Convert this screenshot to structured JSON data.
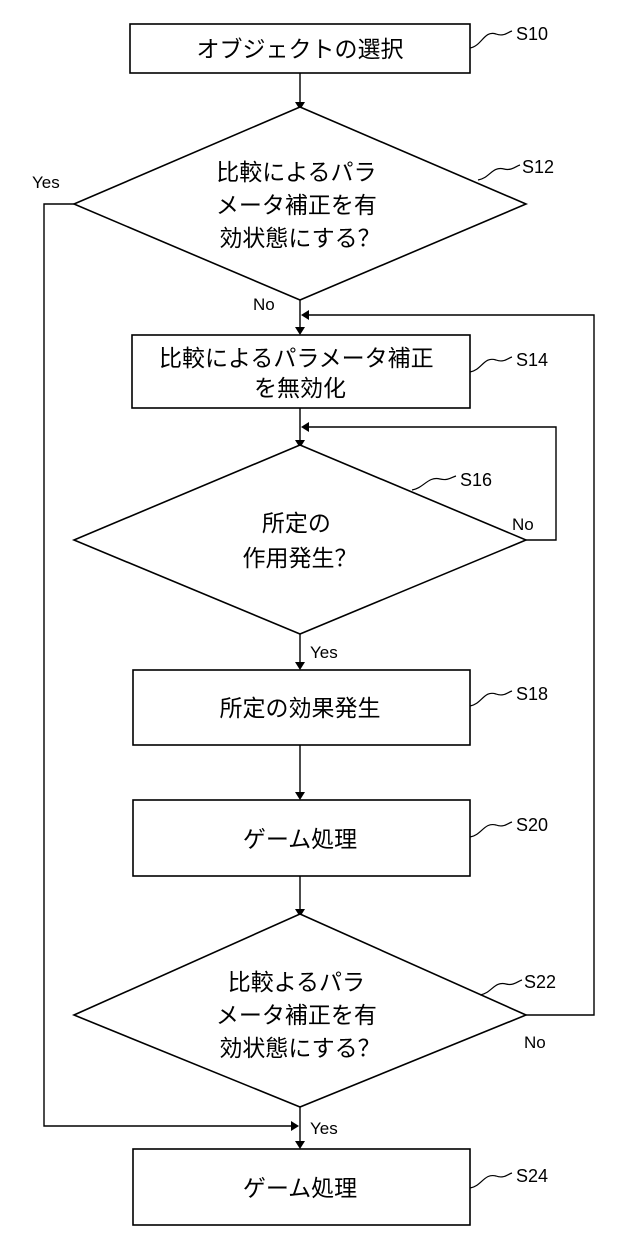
{
  "nodes": {
    "s10": {
      "step": "S10",
      "lines": [
        "オブジェクトの選択"
      ]
    },
    "s12": {
      "step": "S12",
      "lines": [
        "比較によるパラ",
        "メータ補正を有",
        "効状態にする？"
      ]
    },
    "s14": {
      "step": "S14",
      "lines": [
        "比較によるパラメータ補正",
        "を無効化"
      ]
    },
    "s16": {
      "step": "S16",
      "lines": [
        "所定の",
        "作用発生？"
      ]
    },
    "s18": {
      "step": "S18",
      "lines": [
        "所定の効果発生"
      ]
    },
    "s20": {
      "step": "S20",
      "lines": [
        "ゲーム処理"
      ]
    },
    "s22": {
      "step": "S22",
      "lines": [
        "比較よるパラ",
        "メータ補正を有",
        "効状態にする？"
      ]
    },
    "s24": {
      "step": "S24",
      "lines": [
        "ゲーム処理"
      ]
    }
  },
  "branches": {
    "s12_yes": "Yes",
    "s12_no": "No",
    "s16_no": "No",
    "s16_yes": "Yes",
    "s22_no": "No",
    "s22_yes": "Yes"
  }
}
